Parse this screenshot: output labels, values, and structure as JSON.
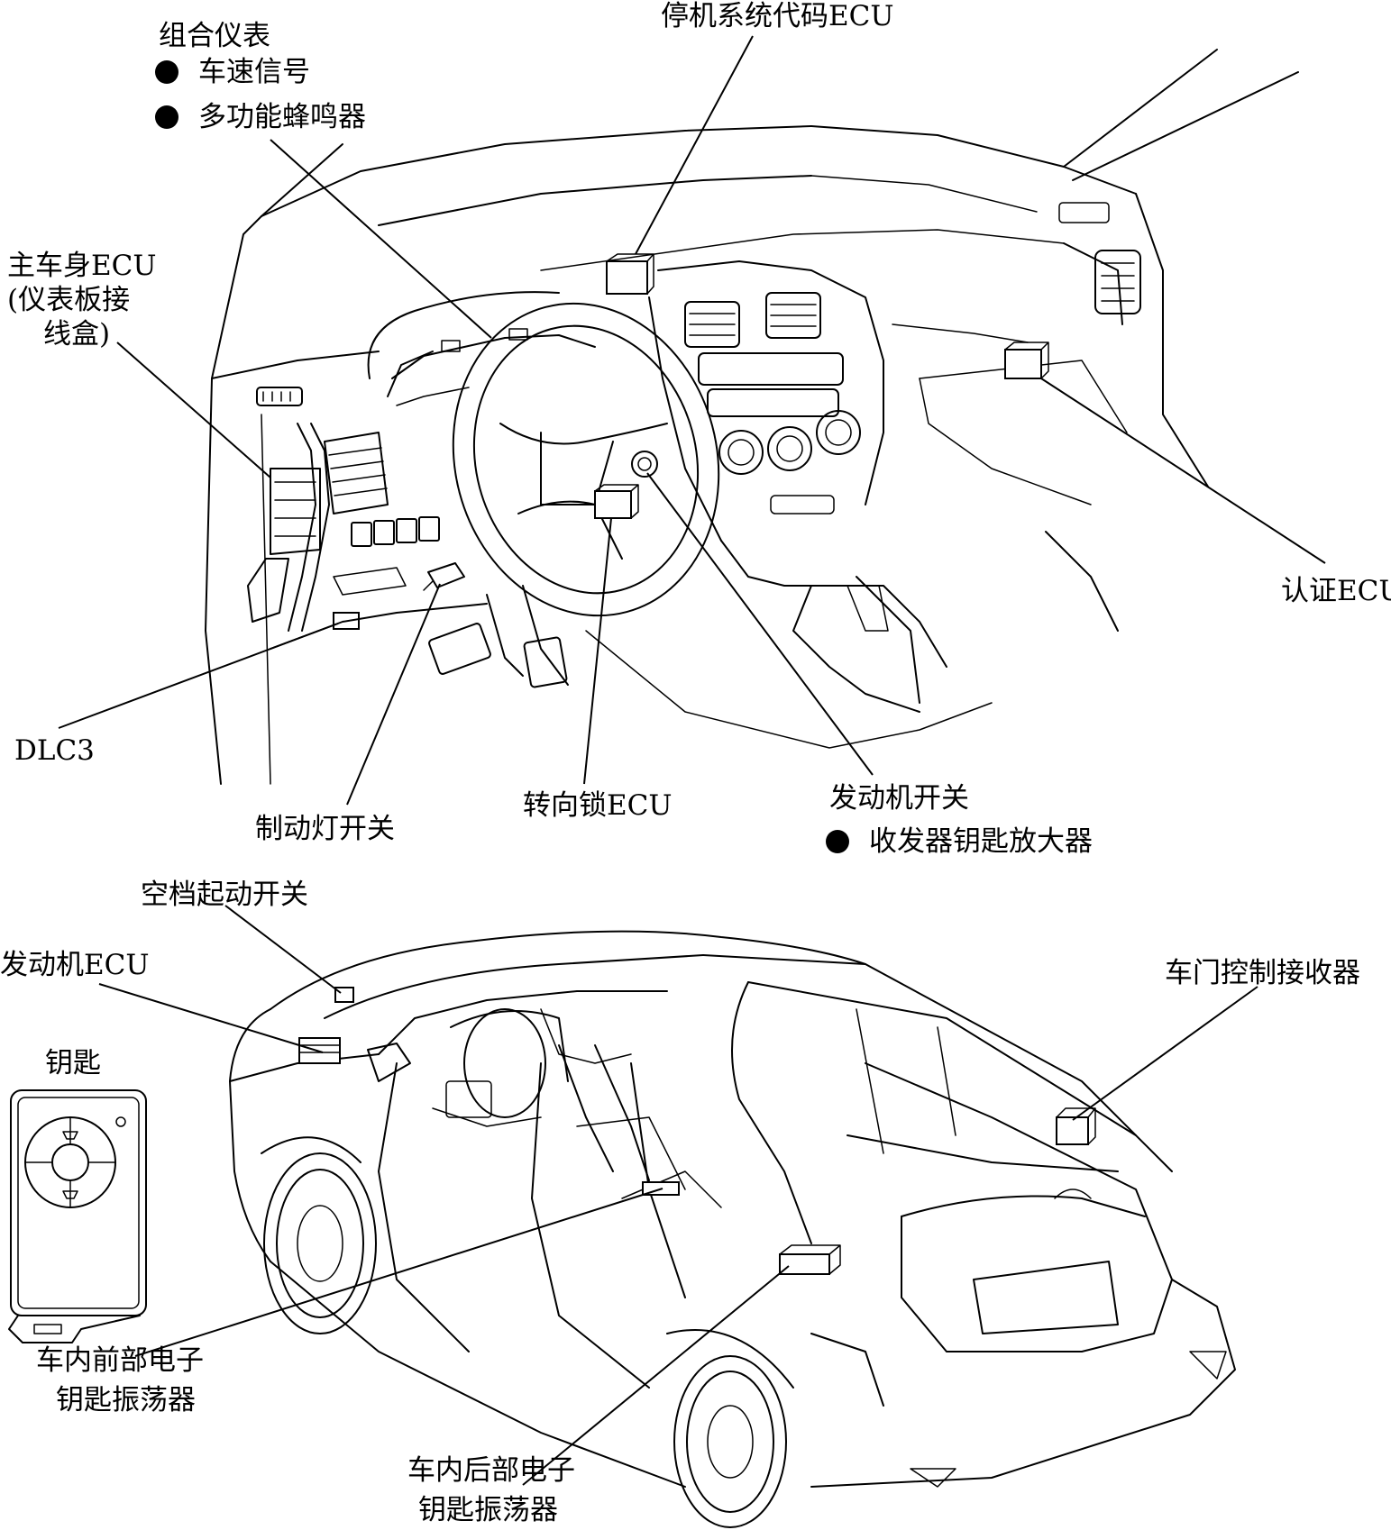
{
  "labels": {
    "cluster_title": "组合仪表",
    "cluster_item1": "车速信号",
    "cluster_item2": "多功能蜂鸣器",
    "immobilizer_ecu": "停机系统代码ECU",
    "main_body_ecu_line1": "主车身ECU",
    "main_body_ecu_line2": "(仪表板接",
    "main_body_ecu_line3": "线盒)",
    "certification_ecu": "认证ECU",
    "dlc3": "DLC3",
    "steering_lock_ecu": "转向锁ECU",
    "engine_switch": "发动机开关",
    "transponder_amp": "收发器钥匙放大器",
    "stop_lamp_switch": "制动灯开关",
    "park_neutral_switch": "空档起动开关",
    "engine_ecu": "发动机ECU",
    "door_control_receiver": "车门控制接收器",
    "key": "钥匙",
    "front_oscillator_line1": "车内前部电子",
    "front_oscillator_line2": "钥匙振荡器",
    "rear_oscillator_line1": "车内后部电子",
    "rear_oscillator_line2": "钥匙振荡器"
  }
}
